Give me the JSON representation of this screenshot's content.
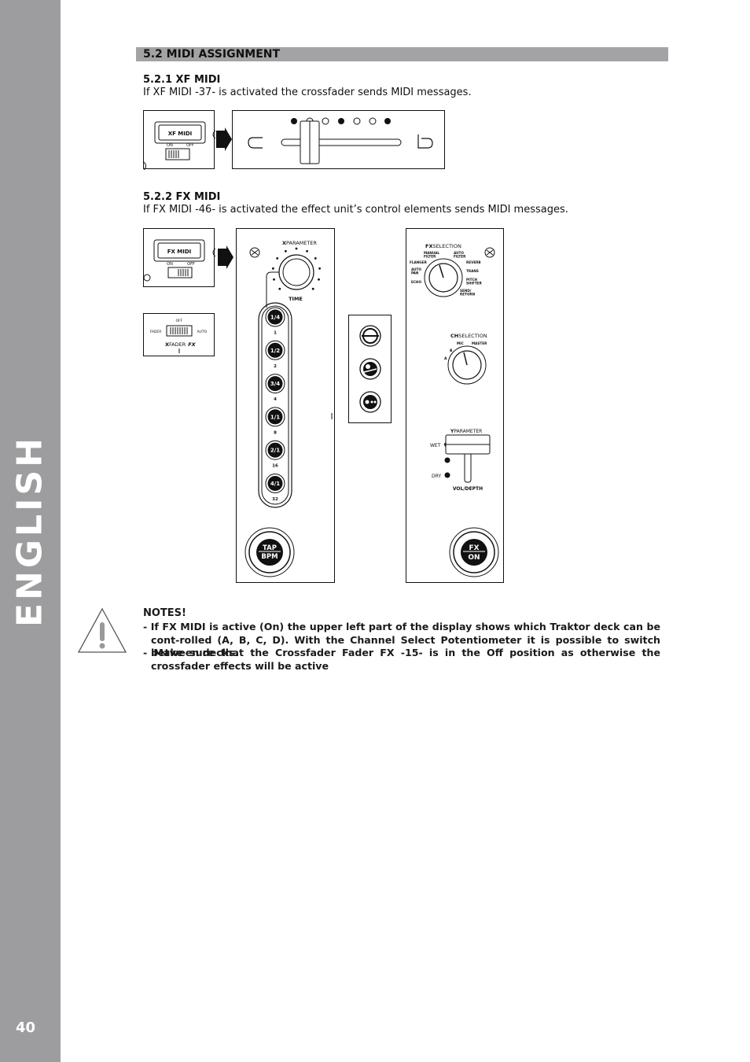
{
  "sidebar": {
    "language": "ENGLISH",
    "page_number": "40"
  },
  "section": {
    "title": "5.2 MIDI ASSIGNMENT"
  },
  "xf_midi": {
    "title": "5.2.1 XF MIDI",
    "text": "If XF MIDI -37- is activated the crossfader sends MIDI messages.",
    "switch_label": "XF MIDI",
    "on_label": "ON",
    "off_label": "OFF"
  },
  "fx_midi": {
    "title": "5.2.2 FX MIDI",
    "text": "If FX MIDI -46- is activated the effect unit’s control elements sends MIDI messages.",
    "switch_label": "FX MIDI",
    "on_label": "ON",
    "off_label": "OFF",
    "xfader_fx": {
      "off": "OFF",
      "fader": "FADER",
      "auto": "AUTO",
      "label_x": "X",
      "label_fader": "FADER",
      "label_fx": "FX"
    },
    "x_panel": {
      "param_x": "X",
      "param_label": "PARAMETER",
      "time_label": "TIME",
      "beat_buttons": [
        {
          "label": "1/4",
          "value": "1"
        },
        {
          "label": "1/2",
          "value": "2"
        },
        {
          "label": "3/4",
          "value": "4"
        },
        {
          "label": "1/1",
          "value": "8"
        },
        {
          "label": "2/1",
          "value": "16"
        },
        {
          "label": "4/1",
          "value": "32"
        }
      ],
      "tap_label_1": "TAP",
      "tap_label_2": "BPM"
    },
    "fx_panel": {
      "sel_prefix": "FX",
      "sel_label": "SELECTION",
      "effects_left": [
        "MANUAL FILTER",
        "FLANGER",
        "AUTO PAN",
        "ECHO"
      ],
      "effects_right": [
        "AUTO FILTER",
        "REVERB",
        "TRANS",
        "PITCH SHIFTER",
        "SEND/ RETURN"
      ],
      "ch_prefix": "CH",
      "ch_label": "SELECTION",
      "ch_options": [
        "MIC",
        "MASTER",
        "B",
        "A"
      ],
      "y_prefix": "Y",
      "y_label": "PARAMETER",
      "wet": "WET",
      "dry": "DRY",
      "vol_depth": "VOL/DEPTH",
      "fx_on_1": "FX",
      "fx_on_2": "ON"
    }
  },
  "notes": {
    "title": "NOTES!",
    "items": [
      "- If FX MIDI is active (On) the upper left part of the display shows which Traktor deck can be cont-rolled (A, B, C, D). With the Channel Select Potentiometer it is possible to switch between decks.",
      "- Make sure that the Crossfader Fader FX -15- is in the Off position as otherwise the crossfader effects will be active"
    ]
  }
}
